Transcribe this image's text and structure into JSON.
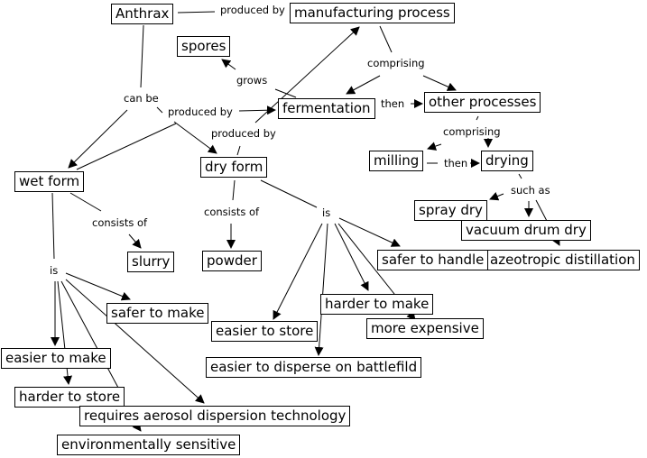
{
  "concepts": {
    "anthrax": "Anthrax",
    "manufacturing_process": "manufacturing process",
    "spores": "spores",
    "fermentation": "fermentation",
    "other_processes": "other processes",
    "milling": "milling",
    "drying": "drying",
    "wet_form": "wet form",
    "dry_form": "dry form",
    "spray_dry": "spray dry",
    "vacuum_drum_dry": "vacuum drum dry",
    "azeotropic_distillation": "azeotropic distillation",
    "safer_to_handle": "safer to handle",
    "slurry": "slurry",
    "powder": "powder",
    "safer_to_make": "safer to make",
    "easier_to_store": "easier to store",
    "harder_to_make": "harder to make",
    "more_expensive": "more expensive",
    "easier_to_make": "easier to make",
    "easier_to_disperse": "easier to disperse on battlefild",
    "harder_to_store": "harder to store",
    "requires_aerosol": "requires aerosol dispersion technology",
    "environmentally_sensitive": "environmentally sensitive"
  },
  "links": {
    "produced_by_1": "produced by",
    "produced_by_2": "produced by",
    "produced_by_3": "produced by",
    "comprising_1": "comprising",
    "comprising_2": "comprising",
    "grows": "grows",
    "can_be": "can be",
    "then_1": "then",
    "then_2": "then",
    "such_as": "such as",
    "consists_of_1": "consists of",
    "consists_of_2": "consists of",
    "is_1": "is",
    "is_2": "is"
  }
}
